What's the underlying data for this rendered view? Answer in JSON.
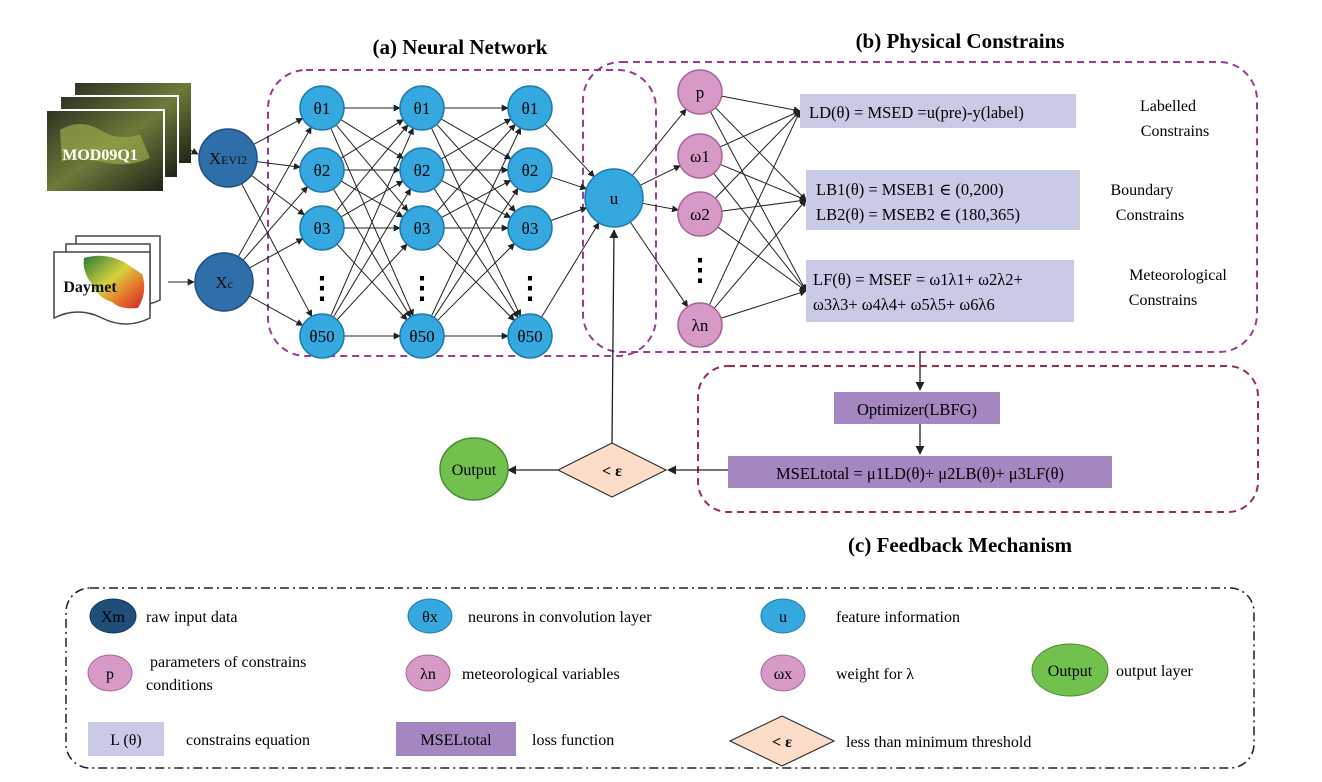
{
  "titles": {
    "nn": "(a) Neural Network",
    "pc": "(b) Physical Constrains",
    "fm": "(c) Feedback Mechanism"
  },
  "inputs": {
    "modis": "MOD09Q1",
    "daymet": "Daymet",
    "x_evi2_main": "X",
    "x_evi2_sub": "EVI2",
    "x_c_main": "X",
    "x_c_sub": "c"
  },
  "neurons": [
    "θ1",
    "θ2",
    "θ3",
    "⋮",
    "θ50"
  ],
  "feature": "u",
  "constraint_nodes": [
    "p",
    "ω1",
    "ω2",
    "⋮",
    "λn"
  ],
  "equations": {
    "ld": "LD(θ) = MSED =u(pre)-y(label)",
    "lb1": "LB1(θ) = MSEB1 ∈ (0,200)",
    "lb2": "LB2(θ) = MSEB2 ∈ (180,365)",
    "lf1": "LF(θ) = MSEF = ω1λ1+ ω2λ2+",
    "lf2": "ω3λ3+ ω4λ4+ ω5λ5+ ω6λ6"
  },
  "constraint_labels": {
    "labelled1": "Labelled",
    "labelled2": "Constrains",
    "boundary1": "Boundary",
    "boundary2": "Constrains",
    "met1": "Meteorological",
    "met2": "Constrains"
  },
  "feedback": {
    "optimizer": "Optimizer(LBFG)",
    "loss": "MSELtotal = μ1LD(θ)+ μ2LB(θ)+ μ3LF(θ)",
    "threshold": "< ε",
    "output": "Output"
  },
  "legend": {
    "xm": "Xm",
    "xm_desc": "raw input data",
    "theta": "θx",
    "theta_desc": "neurons in convolution layer",
    "u": "u",
    "u_desc": "feature information",
    "p": "p",
    "p_desc1": "parameters of constrains",
    "p_desc2": "conditions",
    "lambda": "λn",
    "lambda_desc": "meteorological variables",
    "omega": "ωx",
    "omega_desc": "weight for λ",
    "output": "Output",
    "output_desc": "output layer",
    "ltheta": "L (θ)",
    "ltheta_desc": "constrains equation",
    "msel": "MSELtotal",
    "msel_desc": "loss function",
    "eps": "< ε",
    "eps_desc": "less than minimum threshold"
  },
  "colors": {
    "dark_blue": "#2e6faa",
    "neuron_blue": "#35a8e0",
    "pink": "#d79ac6",
    "box_lavender": "#c9cae6",
    "box_purple": "#a486c0",
    "peach": "#fbdcc8",
    "green": "#72c04e",
    "dash_purple": "#9b3b95",
    "dash_maroon": "#a02a52"
  }
}
